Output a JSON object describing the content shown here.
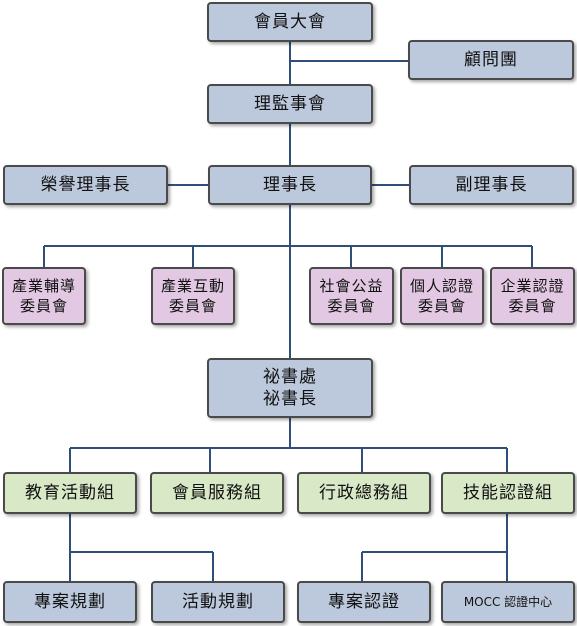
{
  "nodes": {
    "general_assembly": "會員大會",
    "advisory_group": "顧問團",
    "board_meeting": "理監事會",
    "honorary_chairman": "榮譽理事長",
    "chairman": "理事長",
    "vice_chairman": "副理事長",
    "industry_guidance_1": "產業輔導",
    "industry_guidance_2": "委員會",
    "industry_interaction_1": "產業互動",
    "industry_interaction_2": "委員會",
    "social_welfare_1": "社會公益",
    "social_welfare_2": "委員會",
    "individual_cert_1": "個人認證",
    "individual_cert_2": "委員會",
    "enterprise_cert_1": "企業認證",
    "enterprise_cert_2": "委員會",
    "secretariat_1": "祕書處",
    "secretariat_2": "祕書長",
    "education_group": "教育活動組",
    "member_service_group": "會員服務組",
    "admin_group": "行政總務組",
    "skill_cert_group": "技能認證組",
    "project_planning": "專案規劃",
    "activity_planning": "活動規劃",
    "project_cert": "專案認證",
    "mocc_center": "MOCC 認證中心"
  },
  "colors": {
    "blue_node": "#bcc8dc",
    "pink_node": "#e2c8e2",
    "green_node": "#d9e8c6",
    "line": "#2f4f7a"
  }
}
